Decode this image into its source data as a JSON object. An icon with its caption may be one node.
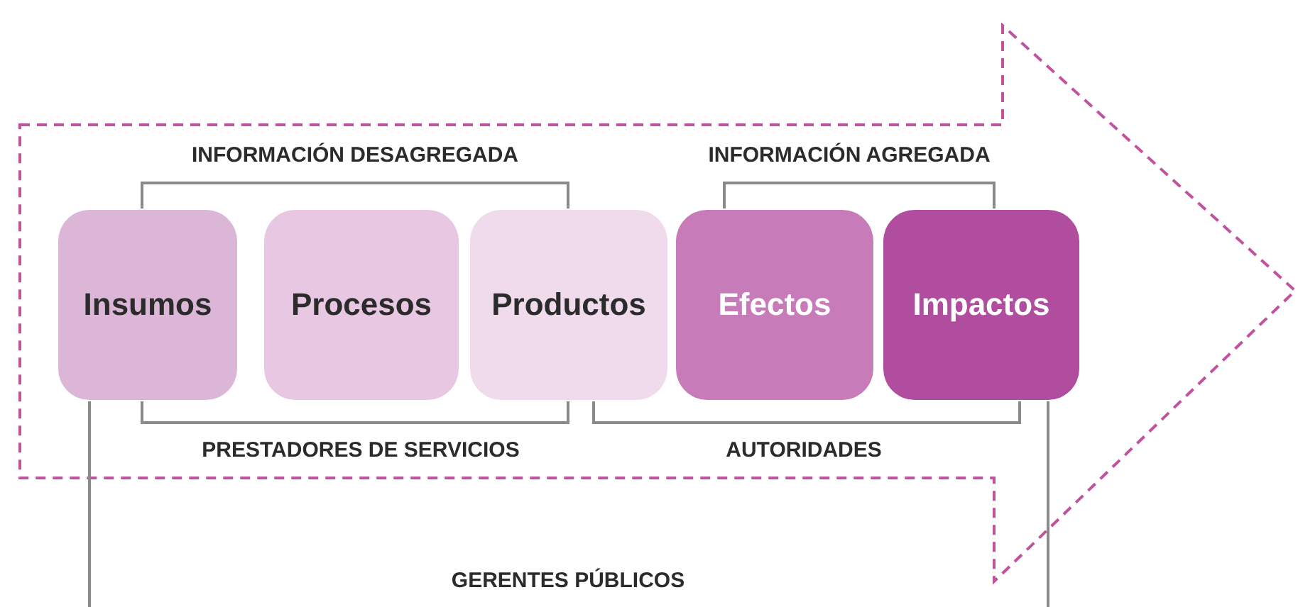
{
  "diagram": {
    "nodes": [
      {
        "text": [
          "Insumos"
        ]
      },
      {
        "text": [
          "Procesos"
        ]
      },
      {
        "text": [
          "Productos"
        ]
      },
      {
        "text": [
          "Efectos"
        ]
      },
      {
        "text": [
          "Impactos"
        ]
      }
    ],
    "labels": [
      "INFORMACIÓN DESAGREGADA",
      "INFORMACIÓN AGREGADA",
      "PRESTADORES DE SERVICIOS",
      "AUTORIDADES",
      "GERENTES PÚBLICOS"
    ]
  }
}
